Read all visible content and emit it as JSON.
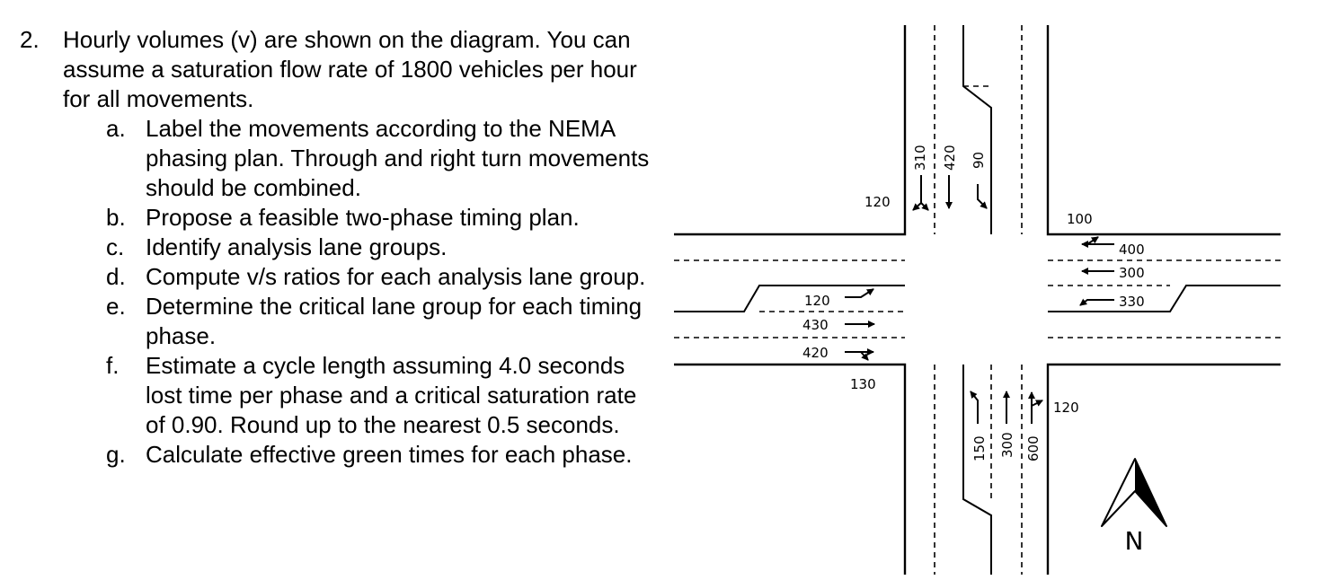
{
  "problem": {
    "number": "2.",
    "intro": "Hourly volumes (v) are shown on the diagram. You can assume a saturation flow rate of 1800 vehicles per hour for all movements.",
    "parts": [
      {
        "letter": "a.",
        "text": "Label the movements according to the NEMA phasing plan. Through and right turn movements should be combined."
      },
      {
        "letter": "b.",
        "text": "Propose a feasible two-phase timing plan."
      },
      {
        "letter": "c.",
        "text": "Identify analysis lane groups."
      },
      {
        "letter": "d.",
        "text": "Compute v/s ratios for each analysis lane group."
      },
      {
        "letter": "e.",
        "text": "Determine the critical lane group for each timing phase."
      },
      {
        "letter": "f.",
        "text": "Estimate a cycle length assuming 4.0 seconds lost time per phase and a critical saturation rate of 0.90. Round up to the nearest 0.5 seconds."
      },
      {
        "letter": "g.",
        "text": "Calculate effective green times for each phase."
      }
    ]
  },
  "diagram": {
    "north_label": "N",
    "southbound": {
      "right": "120",
      "left": "310",
      "through": "420",
      "uturn": "90"
    },
    "westbound": {
      "uturn": "100",
      "right": "400",
      "through": "300",
      "left": "330"
    },
    "eastbound": {
      "left": "120",
      "through": "430",
      "right": "420",
      "uturn": "130"
    },
    "northbound": {
      "left": "150",
      "through": "300",
      "right": "600",
      "extra": "120"
    }
  }
}
